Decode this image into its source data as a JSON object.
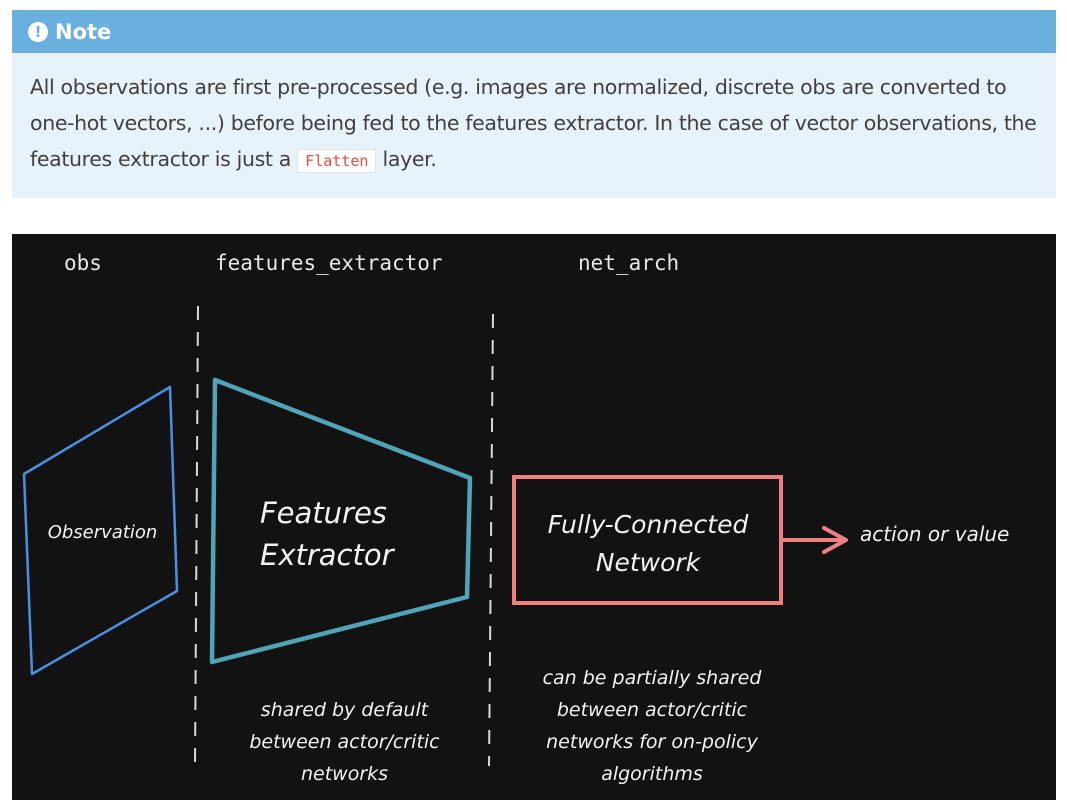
{
  "note": {
    "title": "Note",
    "icon": "exclamation-circle-icon",
    "text_before": "All observations are first pre-processed (e.g. images are normalized, discrete obs are converted to one-hot vectors, ...) before being fed to the features extractor. In the case of vector observations, the features extractor is just a ",
    "code": "Flatten",
    "text_after": " layer."
  },
  "diagram": {
    "headers": {
      "obs": "obs",
      "features": "features_extractor",
      "net_arch": "net_arch"
    },
    "observation_label": "Observation",
    "extractor_label_line1": "Features",
    "extractor_label_line2": "Extractor",
    "network_label_line1": "Fully-Connected",
    "network_label_line2": "Network",
    "output_label": "action or value",
    "extractor_caption": [
      "shared by default",
      "between actor/critic",
      "networks"
    ],
    "network_caption": [
      "can be partially shared",
      "between actor/critic",
      "networks for on-policy",
      "algorithms"
    ],
    "colors": {
      "background": "#121212",
      "observation": "#4a90e2",
      "extractor": "#4fa4b8",
      "network": "#f08080",
      "text": "#f2f2f2"
    }
  }
}
